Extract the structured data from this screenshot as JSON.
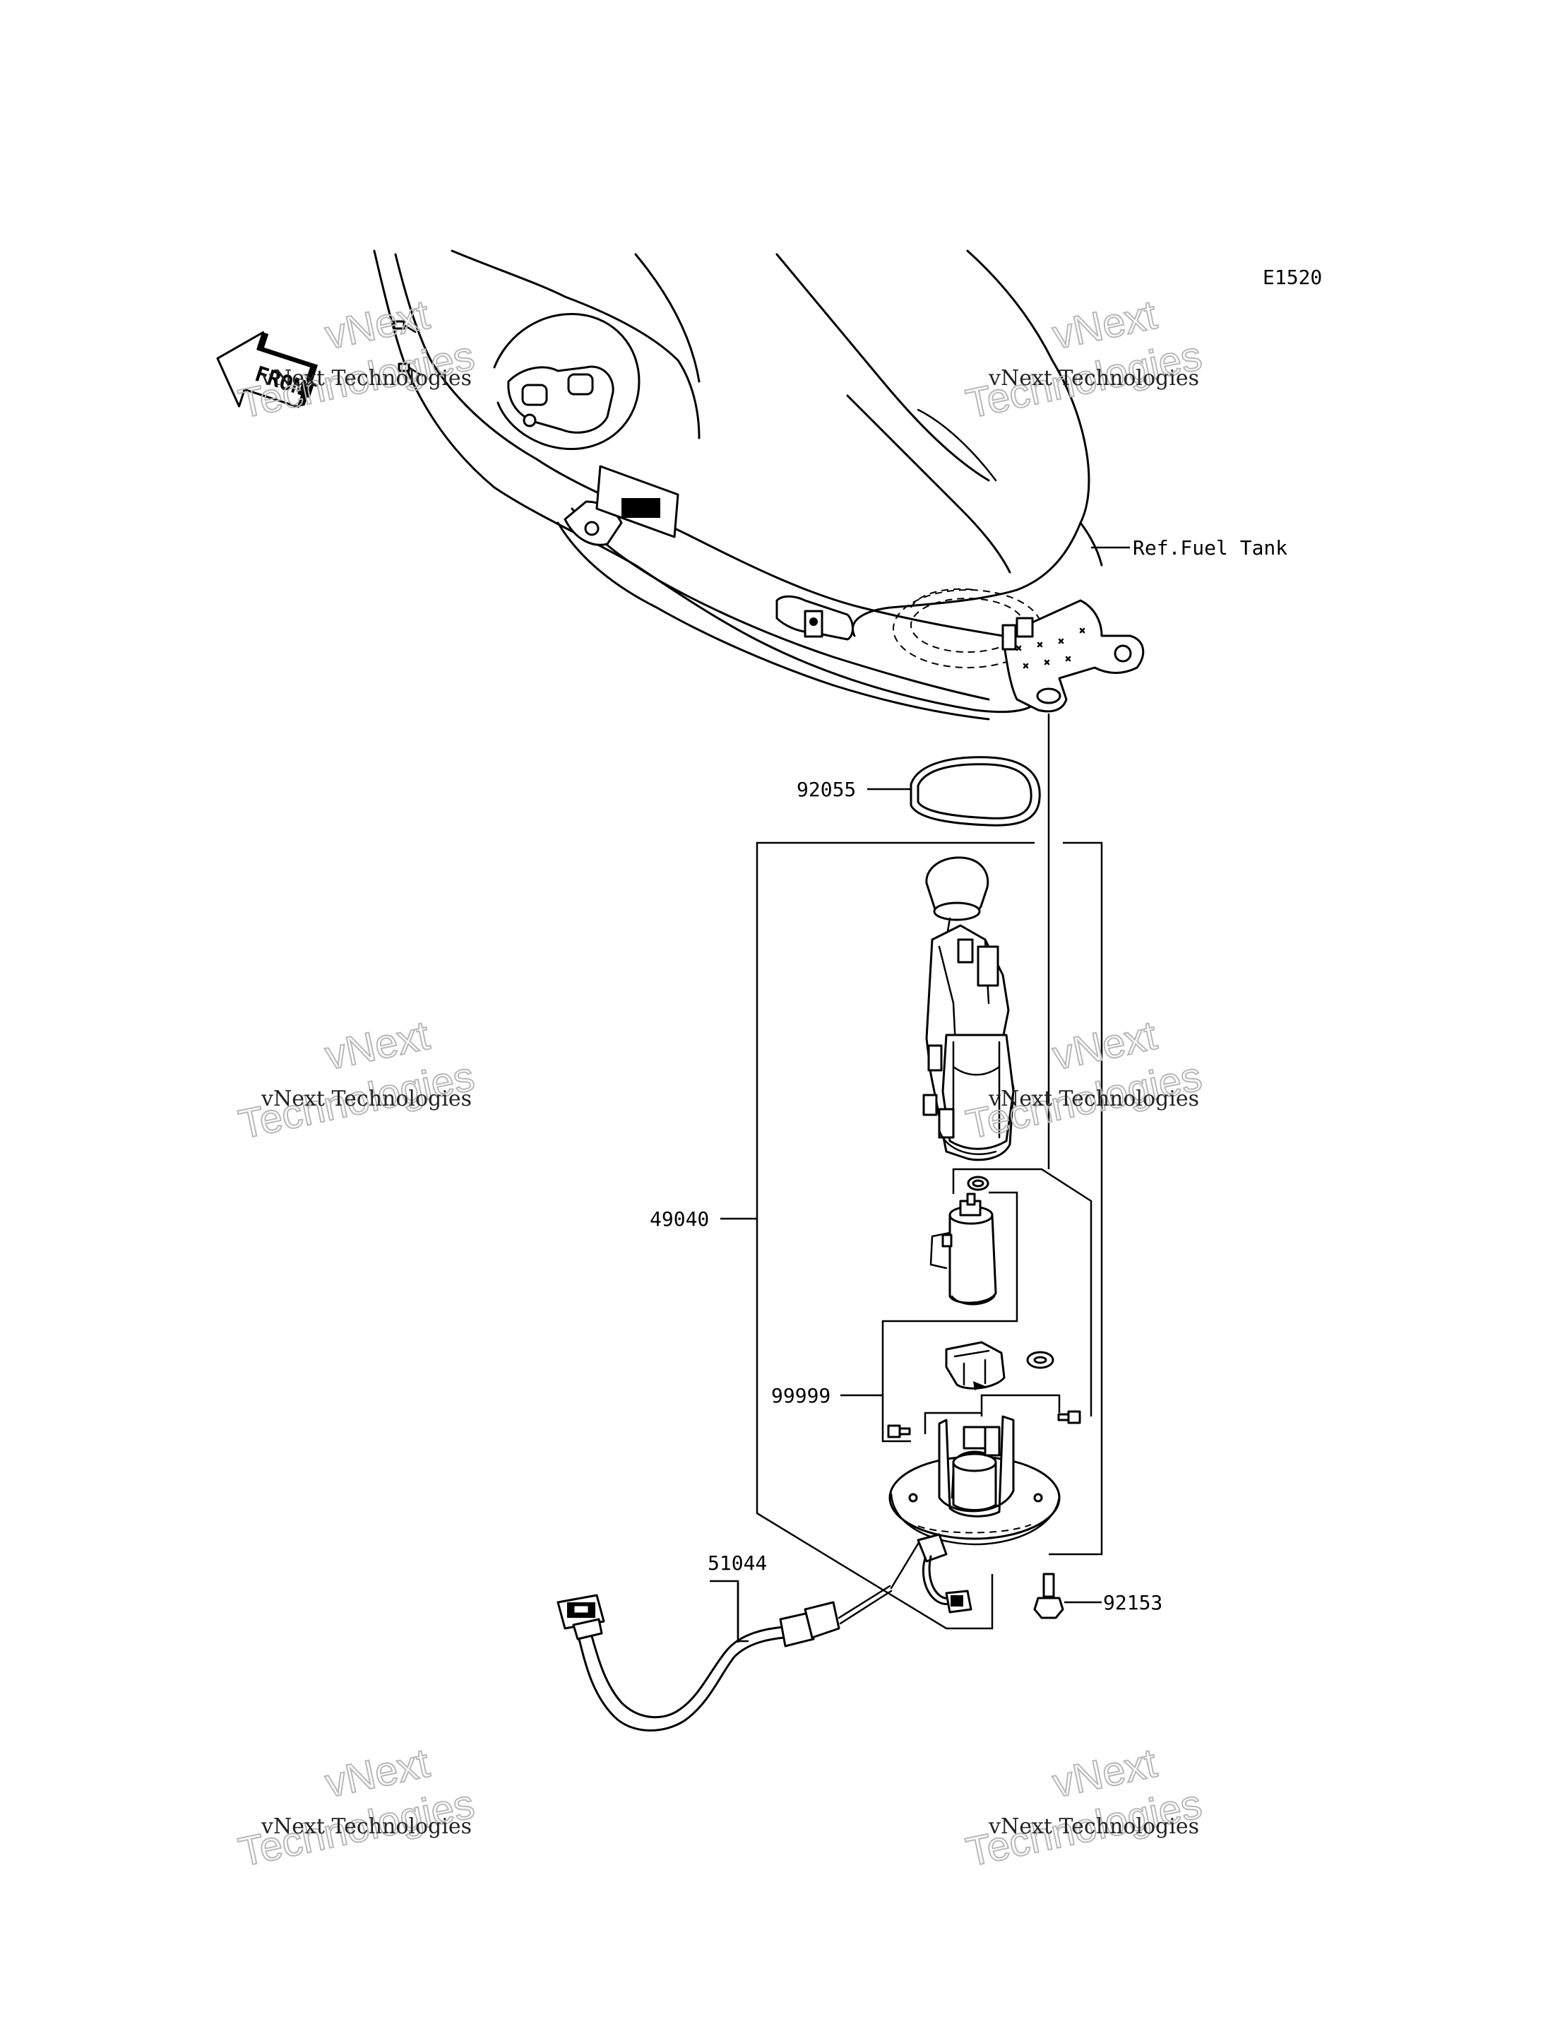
{
  "diagram": {
    "code": "E1520",
    "front_label": "FRONT",
    "ref_label": "Ref.Fuel Tank",
    "parts": [
      {
        "id": "92055"
      },
      {
        "id": "49040"
      },
      {
        "id": "99999"
      },
      {
        "id": "51044"
      },
      {
        "id": "92153"
      }
    ]
  },
  "watermarks": [
    {
      "line1": "vNext Technologies",
      "line2": "vNext",
      "line3": "Technologies"
    },
    {
      "line1": "vNext Technologies",
      "line2": "vNext",
      "line3": "Technologies"
    },
    {
      "line1": "vNext Technologies",
      "line2": "vNext",
      "line3": "Technologies"
    },
    {
      "line1": "vNext Technologies",
      "line2": "vNext",
      "line3": "Technologies"
    },
    {
      "line1": "vNext Technologies",
      "line2": "vNext",
      "line3": "Technologies"
    },
    {
      "line1": "vNext Technologies",
      "line2": "vNext",
      "line3": "Technologies"
    }
  ]
}
